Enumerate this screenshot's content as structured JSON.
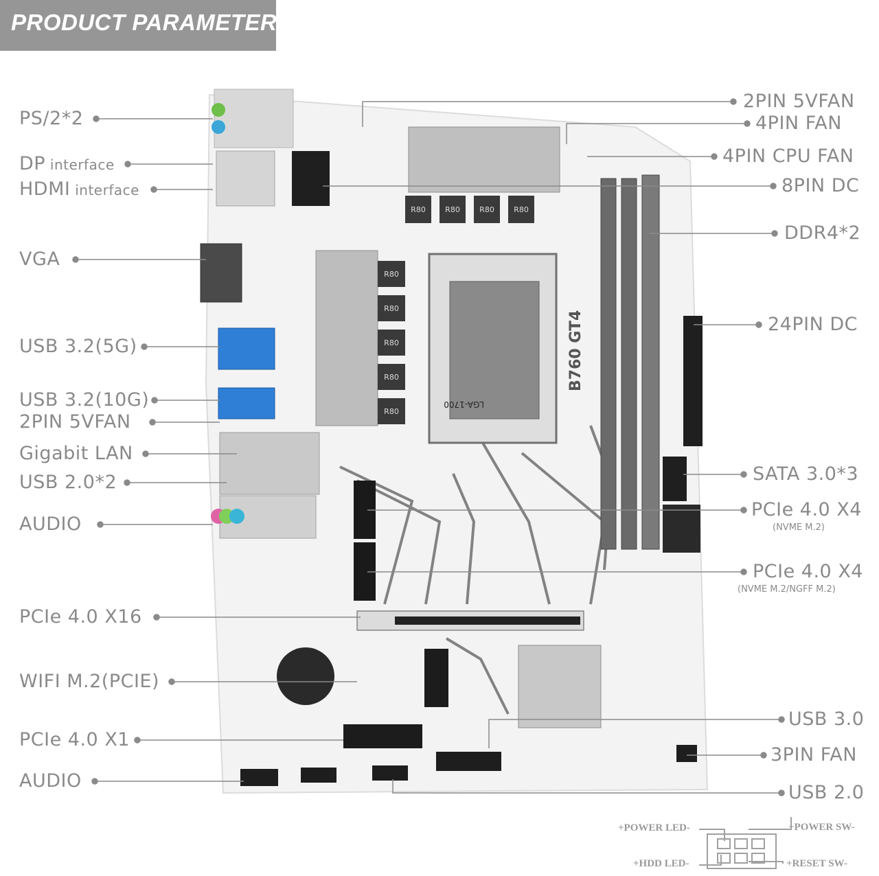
{
  "header": {
    "title": "PRODUCT PARAMETER"
  },
  "board_marks": {
    "model": "B760 GT4",
    "socket": "LGA-1700",
    "choke": "R80"
  },
  "labels_left": [
    {
      "id": "ps2",
      "text": "PS/2*2"
    },
    {
      "id": "dp",
      "text": "DP",
      "sub": " interface"
    },
    {
      "id": "hdmi",
      "text": "HDMI",
      "sub": " interface"
    },
    {
      "id": "vga",
      "text": "VGA"
    },
    {
      "id": "usb32-5g",
      "text": "USB 3.2(5G)"
    },
    {
      "id": "usb32-10g",
      "text": "USB 3.2(10G)"
    },
    {
      "id": "fan5v-left",
      "text": "2PIN 5VFAN"
    },
    {
      "id": "lan",
      "text": "Gigabit LAN"
    },
    {
      "id": "usb20x2",
      "text": "USB 2.0*2"
    },
    {
      "id": "audio-rear",
      "text": "AUDIO"
    },
    {
      "id": "pcie16",
      "text": "PCIe 4.0 X16"
    },
    {
      "id": "wifi",
      "text": "WIFI M.2(PCIE)"
    },
    {
      "id": "pcie1",
      "text": "PCIe 4.0 X1"
    },
    {
      "id": "audio-front",
      "text": "AUDIO"
    }
  ],
  "labels_right": [
    {
      "id": "fan5v-top",
      "text": "2PIN 5VFAN"
    },
    {
      "id": "fan4",
      "text": "4PIN FAN"
    },
    {
      "id": "cpufan",
      "text": "4PIN CPU FAN"
    },
    {
      "id": "dc8",
      "text": "8PIN DC"
    },
    {
      "id": "ddr4",
      "text": "DDR4*2"
    },
    {
      "id": "dc24",
      "text": "24PIN DC"
    },
    {
      "id": "sata",
      "text": "SATA 3.0*3"
    },
    {
      "id": "pcie4-1",
      "text": "PCIe 4.0 X4",
      "note": "(NVME M.2)"
    },
    {
      "id": "pcie4-2",
      "text": "PCIe 4.0 X4",
      "note": "(NVME M.2/NGFF M.2)"
    },
    {
      "id": "usb30",
      "text": "USB 3.0"
    },
    {
      "id": "fan3",
      "text": "3PIN FAN"
    },
    {
      "id": "usb20",
      "text": "USB 2.0"
    }
  ],
  "front_panel": {
    "power_led": "+POWER LED-",
    "power_sw": "+POWER SW-",
    "hdd_led": "+HDD LED-",
    "reset_sw": "+RESET SW-"
  },
  "colors": {
    "header": "#969696",
    "label": "#8a8a8a",
    "board": "#f2f2f2",
    "usb3": "#2f7fd6"
  }
}
